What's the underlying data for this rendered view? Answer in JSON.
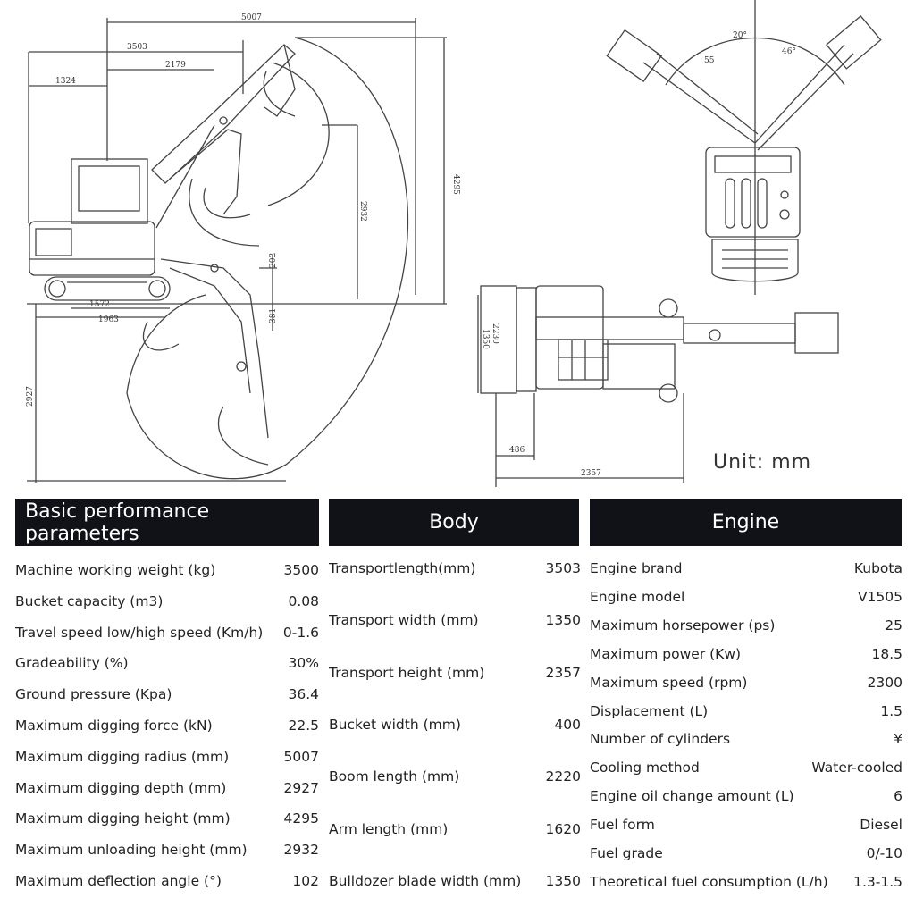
{
  "drawing": {
    "unit_label": "Unit: mm",
    "side_view_dims": [
      "5007",
      "3503",
      "2179",
      "1324",
      "4295",
      "2932",
      "202",
      "381",
      "1572",
      "1963",
      "2927"
    ],
    "top_view_angles": [
      "20°",
      "46°",
      "55"
    ],
    "plan_view_dims": [
      "1350",
      "2230",
      "486",
      "2357"
    ]
  },
  "sections": {
    "basic": {
      "title": "Basic performance parameters",
      "rows": [
        {
          "label": "Machine working weight (kg)",
          "value": "3500"
        },
        {
          "label": "Bucket capacity (m3)",
          "value": "0.08"
        },
        {
          "label": "Travel speed low/high speed (Km/h)",
          "value": "0-1.6"
        },
        {
          "label": "Gradeability (%)",
          "value": "30%"
        },
        {
          "label": "Ground pressure (Kpa)",
          "value": "36.4"
        },
        {
          "label": "Maximum digging force (kN)",
          "value": "22.5"
        },
        {
          "label": "Maximum digging radius (mm)",
          "value": "5007"
        },
        {
          "label": "Maximum digging depth (mm)",
          "value": "2927"
        },
        {
          "label": "Maximum digging height (mm)",
          "value": "4295"
        },
        {
          "label": "Maximum unloading height (mm)",
          "value": "2932"
        },
        {
          "label": "Maximum deflection angle (°)",
          "value": "102"
        }
      ]
    },
    "body": {
      "title": "Body",
      "rows": [
        {
          "label": "Transportlength(mm)",
          "value": "3503"
        },
        {
          "label": "Transport width (mm)",
          "value": "1350"
        },
        {
          "label": "Transport height (mm)",
          "value": "2357"
        },
        {
          "label": "Bucket width (mm)",
          "value": "400"
        },
        {
          "label": "Boom length (mm)",
          "value": "2220"
        },
        {
          "label": "Arm length (mm)",
          "value": "1620"
        },
        {
          "label": "Bulldozer blade width (mm)",
          "value": "1350"
        }
      ]
    },
    "engine": {
      "title": "Engine",
      "rows": [
        {
          "label": "Engine brand",
          "value": "Kubota"
        },
        {
          "label": "Engine model",
          "value": "V1505"
        },
        {
          "label": "Maximum horsepower (ps)",
          "value": "25"
        },
        {
          "label": "Maximum power (Kw)",
          "value": "18.5"
        },
        {
          "label": "Maximum speed (rpm)",
          "value": "2300"
        },
        {
          "label": "Displacement (L)",
          "value": "1.5"
        },
        {
          "label": "Number of cylinders",
          "value": "¥"
        },
        {
          "label": "Cooling method",
          "value": "Water-cooled"
        },
        {
          "label": "Engine oil change amount (L)",
          "value": "6"
        },
        {
          "label": "Fuel form",
          "value": "Diesel"
        },
        {
          "label": "Fuel grade",
          "value": "0/-10"
        },
        {
          "label": "Theoretical fuel consumption (L/h)",
          "value": "1.3-1.5"
        }
      ]
    }
  }
}
